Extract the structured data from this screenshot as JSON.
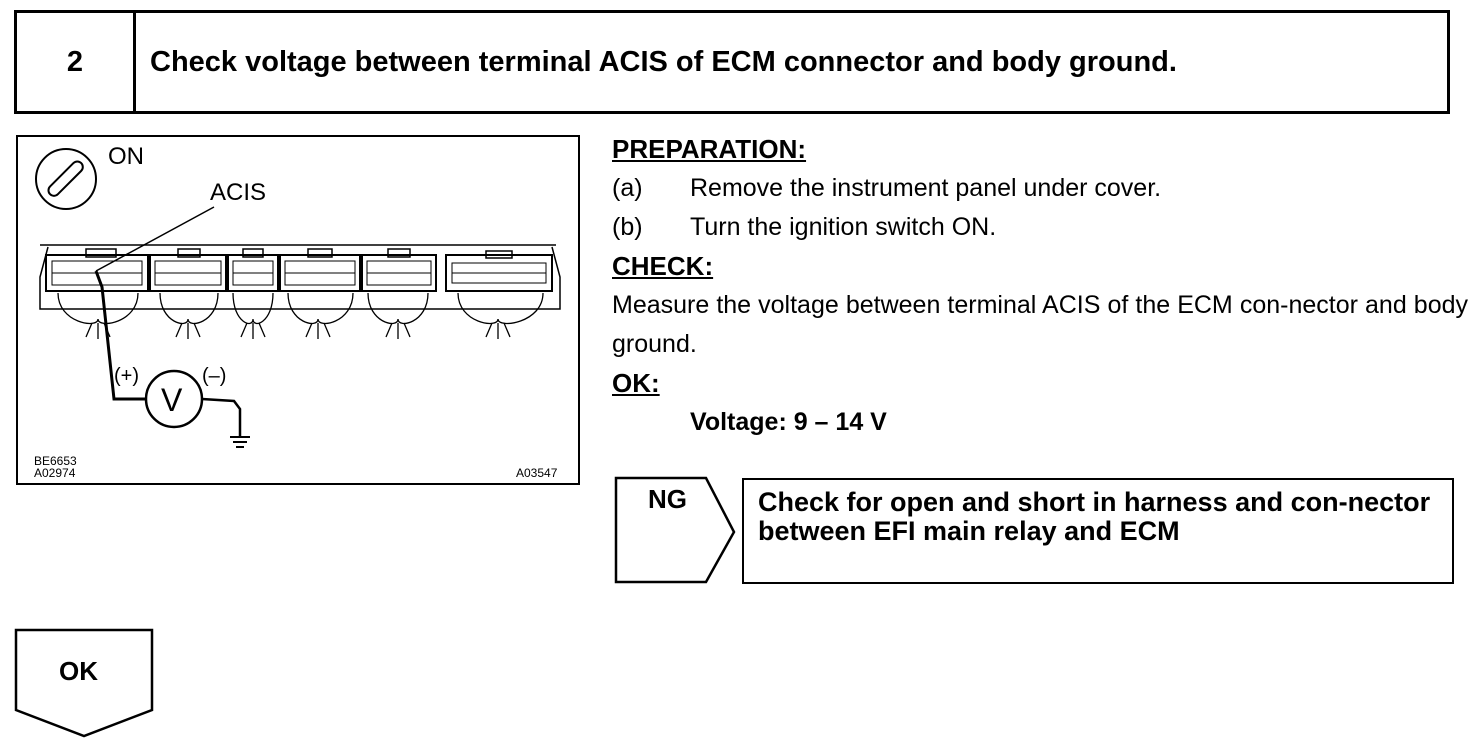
{
  "step": {
    "number": "2",
    "title": "Check voltage between terminal ACIS of ECM connector and body ground."
  },
  "figure": {
    "switch_label": "ON",
    "terminal_label": "ACIS",
    "plus_label": "(+)",
    "minus_label": "(–)",
    "meter_symbol": "V",
    "codes": [
      "BE6653",
      "A02974"
    ],
    "figure_code": "A03547",
    "icons": [
      "ignition-key-icon",
      "voltmeter-icon",
      "ground-symbol-icon"
    ]
  },
  "preparation": {
    "heading": "PREPARATION:",
    "items": [
      {
        "mark": "(a)",
        "text": "Remove the instrument panel under cover."
      },
      {
        "mark": "(b)",
        "text": "Turn the ignition switch ON."
      }
    ]
  },
  "check": {
    "heading": "CHECK:",
    "text": "Measure the voltage between terminal ACIS of the ECM con-nector and body ground."
  },
  "ok": {
    "heading": "OK:",
    "spec": "Voltage: 9 – 14 V"
  },
  "ng": {
    "label": "NG",
    "result": "Check for open and short in harness and con-nector between EFI main relay and ECM"
  },
  "next": {
    "label": "OK"
  }
}
